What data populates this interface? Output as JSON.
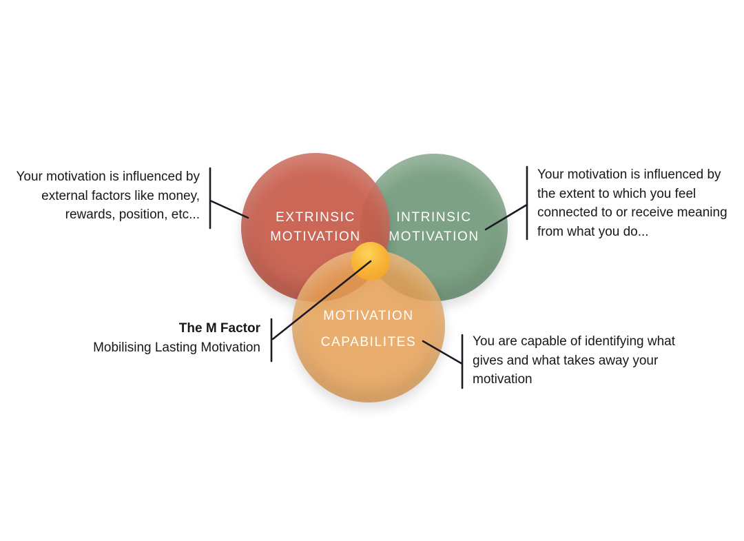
{
  "palette": {
    "extrinsic_red": "#c8604d",
    "intrinsic_green": "#7ca184",
    "capabilities_orange": "#e7ae6c",
    "m_factor_yellow": "#f7b239",
    "callout_line": "#1a1a22",
    "label_text": "#ffffff",
    "annotation_text": "#17171c",
    "background": "#ffffff"
  },
  "circles": {
    "extrinsic": {
      "label_line1": "EXTRINSIC",
      "label_line2": "MOTIVATION"
    },
    "intrinsic": {
      "label_line1": "INTRINSIC",
      "label_line2": "MOTIVATION"
    },
    "capabilities": {
      "label_line1": "MOTIVATION",
      "label_line2": "CAPABILITES"
    }
  },
  "annotations": {
    "extrinsic": {
      "lines": [
        "Your motivation is influenced by",
        "external factors like money,",
        "rewards, position, etc..."
      ]
    },
    "intrinsic": {
      "lines": [
        "Your motivation is influenced by",
        "the extent to which you feel",
        "connected to or receive meaning",
        "from what you do..."
      ]
    },
    "capabilities": {
      "lines": [
        "You are capable of identifying what",
        "gives and what takes away your",
        "motivation"
      ]
    },
    "m_factor": {
      "title": "The M Factor",
      "subtitle": "Mobilising Lasting Motivation"
    }
  }
}
